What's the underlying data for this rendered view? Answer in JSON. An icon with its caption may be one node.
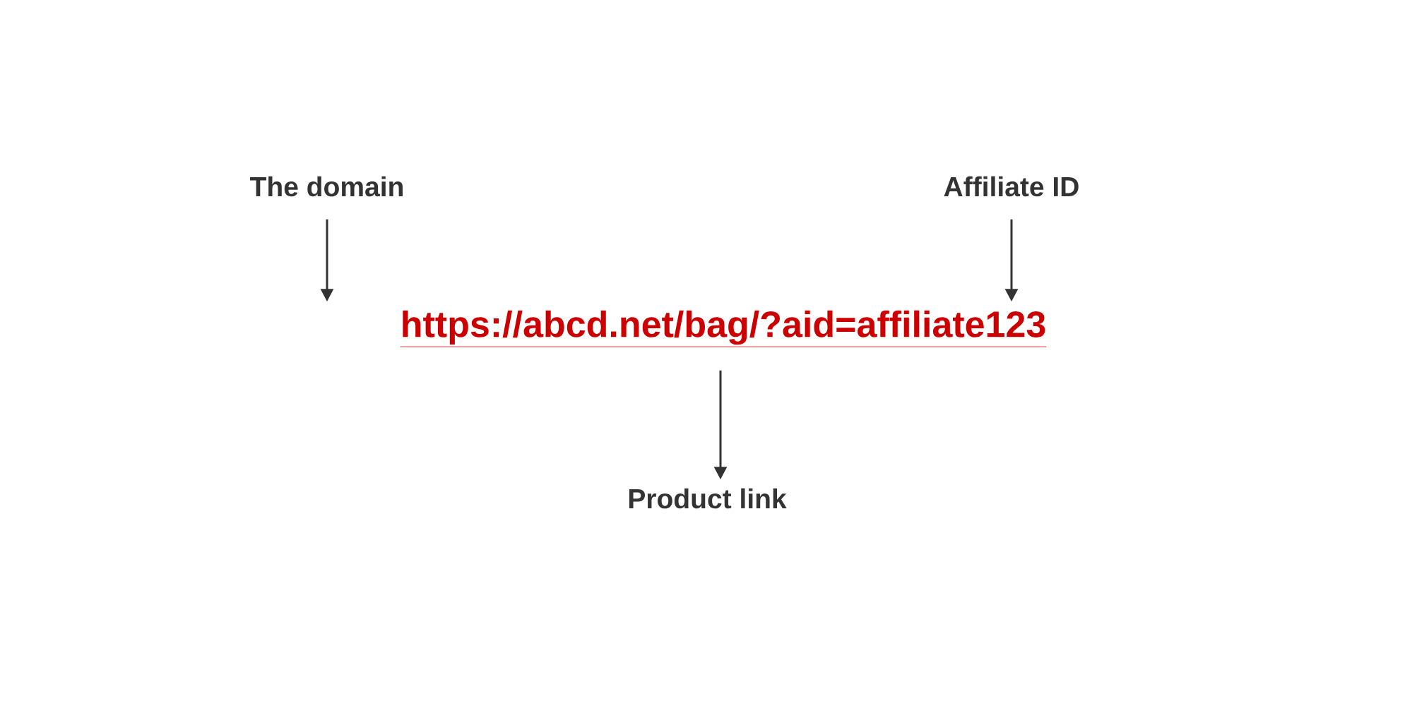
{
  "diagram": {
    "nodes": [
      {
        "text": [
          "The domain"
        ]
      },
      {
        "text": [
          "Affiliate ID"
        ]
      },
      {
        "text": [
          "https://abcd.net/bag/?aid=affiliate123"
        ]
      },
      {
        "text": [
          "Product link"
        ]
      }
    ],
    "edges": [
      {
        "from": 0,
        "to": 2,
        "arrow": "to"
      },
      {
        "from": 1,
        "to": 2,
        "arrow": "to"
      },
      {
        "from": 2,
        "to": 3,
        "arrow": "to"
      }
    ]
  }
}
